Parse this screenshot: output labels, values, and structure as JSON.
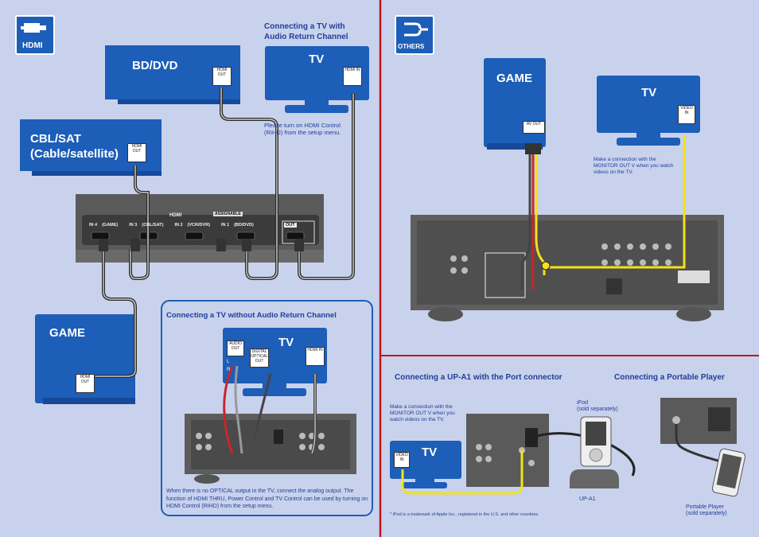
{
  "hdmi_badge": "HDMI",
  "others_badge": "OTHERS",
  "devices": {
    "bd_dvd": "BD/DVD",
    "cbl_sat_1": "CBL/SAT",
    "cbl_sat_2": "(Cable/satellite)",
    "game_left": "GAME",
    "tv_top": "TV",
    "tv_noarc": "TV",
    "game_right": "GAME",
    "tv_right": "TV",
    "tv_upa1": "TV"
  },
  "ports": {
    "hdmi_out": "HDMI OUT",
    "hdmi_in": "HDMI IN",
    "av_out": "AV OUT",
    "video_in": "VIDEO IN",
    "audio_out": "AUDIO OUT",
    "digital_optical_out": "DIGITAL OPTICAL OUT",
    "l": "L",
    "r": "R"
  },
  "receiver_hdmi": {
    "hdmi_label": "HDMI",
    "assignable": "ASSIGNABLE",
    "inputs": [
      "IN 4",
      "(GAME)",
      "IN 3",
      "(CBL/SAT)",
      "IN 2",
      "(VCR/DVR)",
      "IN 1",
      "(BD/DVD)"
    ],
    "out": "OUT"
  },
  "headings": {
    "arc": "Connecting a TV with\nAudio Return Channel",
    "no_arc": "Connecting a TV without Audio Return Channel",
    "upa1": "Connecting a UP-A1 with the Port connector",
    "portable": "Connecting a Portable Player"
  },
  "notes": {
    "hdmi_control": "Please turn on HDMI Control (RIHD) from the setup menu.",
    "no_optical": "When there is no OPTICAL output in the TV, connect the analog output. The function of HDMI THRU, Power Control and TV Control can be used by turning on HDMI Control (RIHD) from the setup menu.",
    "monitor_out": "Make a connection with the MONITOR OUT V when you watch videos on the TV.",
    "monitor_out_upa1": "Make a connection with the MONITOR OUT V when you watch videos on the TV.",
    "ipod": "iPod\n(sold separately)",
    "upa1": "UP-A1",
    "portable": "Portable Player\n(sold separately)",
    "trademark": "* iPod is a trademark of Apple Inc., registered in the U.S. and other countries."
  },
  "colors": {
    "background": "#c9d2ec",
    "device_blue": "#1d5eb8",
    "heading_blue": "#1f3f9a",
    "divider_red": "#c0161d",
    "composite_yellow": "#f2e21a",
    "audio_red": "#c8262a"
  }
}
